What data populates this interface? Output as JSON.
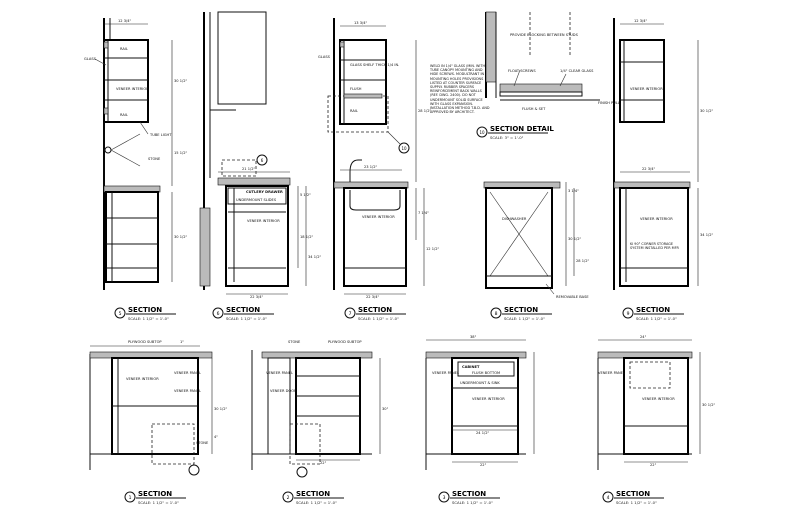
{
  "sheet": {
    "top_sections": [
      {
        "number": "5",
        "title": "SECTION",
        "scale": "SCALE: 1 1/2\" = 1'-0\""
      },
      {
        "number": "6",
        "title": "SECTION",
        "scale": "SCALE: 1 1/2\" = 1'-0\""
      },
      {
        "number": "7",
        "title": "SECTION",
        "scale": "SCALE: 1 1/2\" = 1'-0\""
      },
      {
        "number": "8",
        "title": "SECTION",
        "scale": "SCALE: 1 1/2\" = 1'-0\""
      },
      {
        "number": "9",
        "title": "SECTION",
        "scale": "SCALE: 1 1/2\" = 1'-0\""
      }
    ],
    "bottom_sections": [
      {
        "number": "1",
        "title": "SECTION",
        "scale": "SCALE: 1 1/2\" = 1'-0\""
      },
      {
        "number": "2",
        "title": "SECTION",
        "scale": "SCALE: 1 1/2\" = 1'-0\""
      },
      {
        "number": "3",
        "title": "SECTION",
        "scale": "SCALE: 1 1/2\" = 1'-0\""
      },
      {
        "number": "4",
        "title": "SECTION",
        "scale": "SCALE: 1 1/2\" = 1'-0\""
      }
    ],
    "detail": {
      "number": "10",
      "title": "SECTION DETAIL",
      "scale": "SCALE: 3\" = 1'-0\""
    },
    "callouts": {
      "s5": {
        "rail": "RAIL",
        "glass": "GLASS",
        "veneer": "VENEER INTERIOR",
        "rail2": "RAIL",
        "tube": "TUBE LIGHT",
        "stone": "STONE",
        "dim_top": "12 3/4\"",
        "dim_right": "30 1/2\"",
        "dim_mid": "15 1/2\"",
        "dim_low": "30 1/2\""
      },
      "s6": {
        "cutlery": "CUTLERY DRAWER",
        "undermount": "UNDERMOUNT SLIDES",
        "veneer": "VENEER INTERIOR",
        "dim_top": "21 1/2\"",
        "dim_bottom": "22 3/4\"",
        "dim_r1": "5 1/2\"",
        "dim_r2": "18 1/2\"",
        "dim_r3": "34 1/2\""
      },
      "s7": {
        "glass": "GLASS",
        "glass_shelf": "GLASS SHELF THICK 1/4 IN.",
        "flush": "FLUSH",
        "rail": "RAIL",
        "veneer": "VENEER INTERIOR",
        "dim_top": "13 3/4\"",
        "dim_mid": "23 1/2\"",
        "dim_bottom": "22 3/4\"",
        "dim_r1": "28 1/2\"",
        "dim_r2": "7 1/4\"",
        "dim_r3": "12 1/2\""
      },
      "note": "WELD IN 1/4\" GLASS (MIN. WITHIN) TUBE CANOPY MOUNTING AND HIDE SCREWS. MODULTRANT IN MOUNTING HOLES PROVISIONS LISTED AT COUNTER SURFACE SUPPLY. RUBBER SPACERS REINFORCEMENT BACK WALLS (REF. DWG. 2400). DO NOT UNDERMOUNT SOLID SURFACE WITH GLASS EXPANSION. INSTALLATION METHOD T.B.D. AND APPROVED BY ARCHITECT.",
      "s8": {
        "dishwasher": "DISHWASHER",
        "removable": "REMOVABLE BASE",
        "dim_r1": "3 1/4\"",
        "dim_r2": "30 1/2\"",
        "dim_r3": "28 1/2\""
      },
      "s9": {
        "veneer": "VENEER INTERIOR",
        "veneer2": "VENEER INTERIOR",
        "corner": "KI 90° CORNER STORAGE SYSTEM INSTALLED PER MFR",
        "finish": "FINISH PULL",
        "dim_top": "12 3/4\"",
        "dim_mid": "22 3/4\"",
        "dim_r1": "30 1/2\"",
        "dim_r2": "34 1/2\""
      },
      "detail10": {
        "provide": "PROVIDE BLOCKING BETWEEN STUDS",
        "float": "FLOAT SCREWS",
        "clear": "1/4\" CLEAR GLASS",
        "flush": "FLUSH & SET"
      },
      "s1": {
        "plywood": "PLYWOOD SUBTOP",
        "stone": "STONE",
        "veneer_int": "VENEER INTERIOR",
        "veneer_panel": "VENEER PANEL",
        "veneer_panel2": "VENEER PANEL",
        "dim_top": "1\"",
        "dim_r": "30 1/2\"",
        "dim_r2": "4\""
      },
      "s2": {
        "stone": "STONE",
        "plywood": "PLYWOOD SUBTOP",
        "veneer_panel": "VENEER PANEL",
        "veneer_door": "VENEER DOOR",
        "dim_r": "30\"",
        "dim_bottom": "22\""
      },
      "s3": {
        "cabinet": "CABINET",
        "flush": "FLUSH BOTTOM",
        "undermount": "UNDERMOUNT & SINK",
        "veneer": "VENEER INTERIOR",
        "veneer_panel": "VENEER PANEL",
        "dim_top": "38\"",
        "dim_mid": "24 1/2\"",
        "dim_bottom": "22\""
      },
      "s4": {
        "veneer_panel": "VENEER PANEL",
        "veneer_int": "VENEER INTERIOR",
        "dim_top": "24\"",
        "dim_r": "30 1/2\"",
        "dim_bottom": "22\""
      }
    }
  }
}
